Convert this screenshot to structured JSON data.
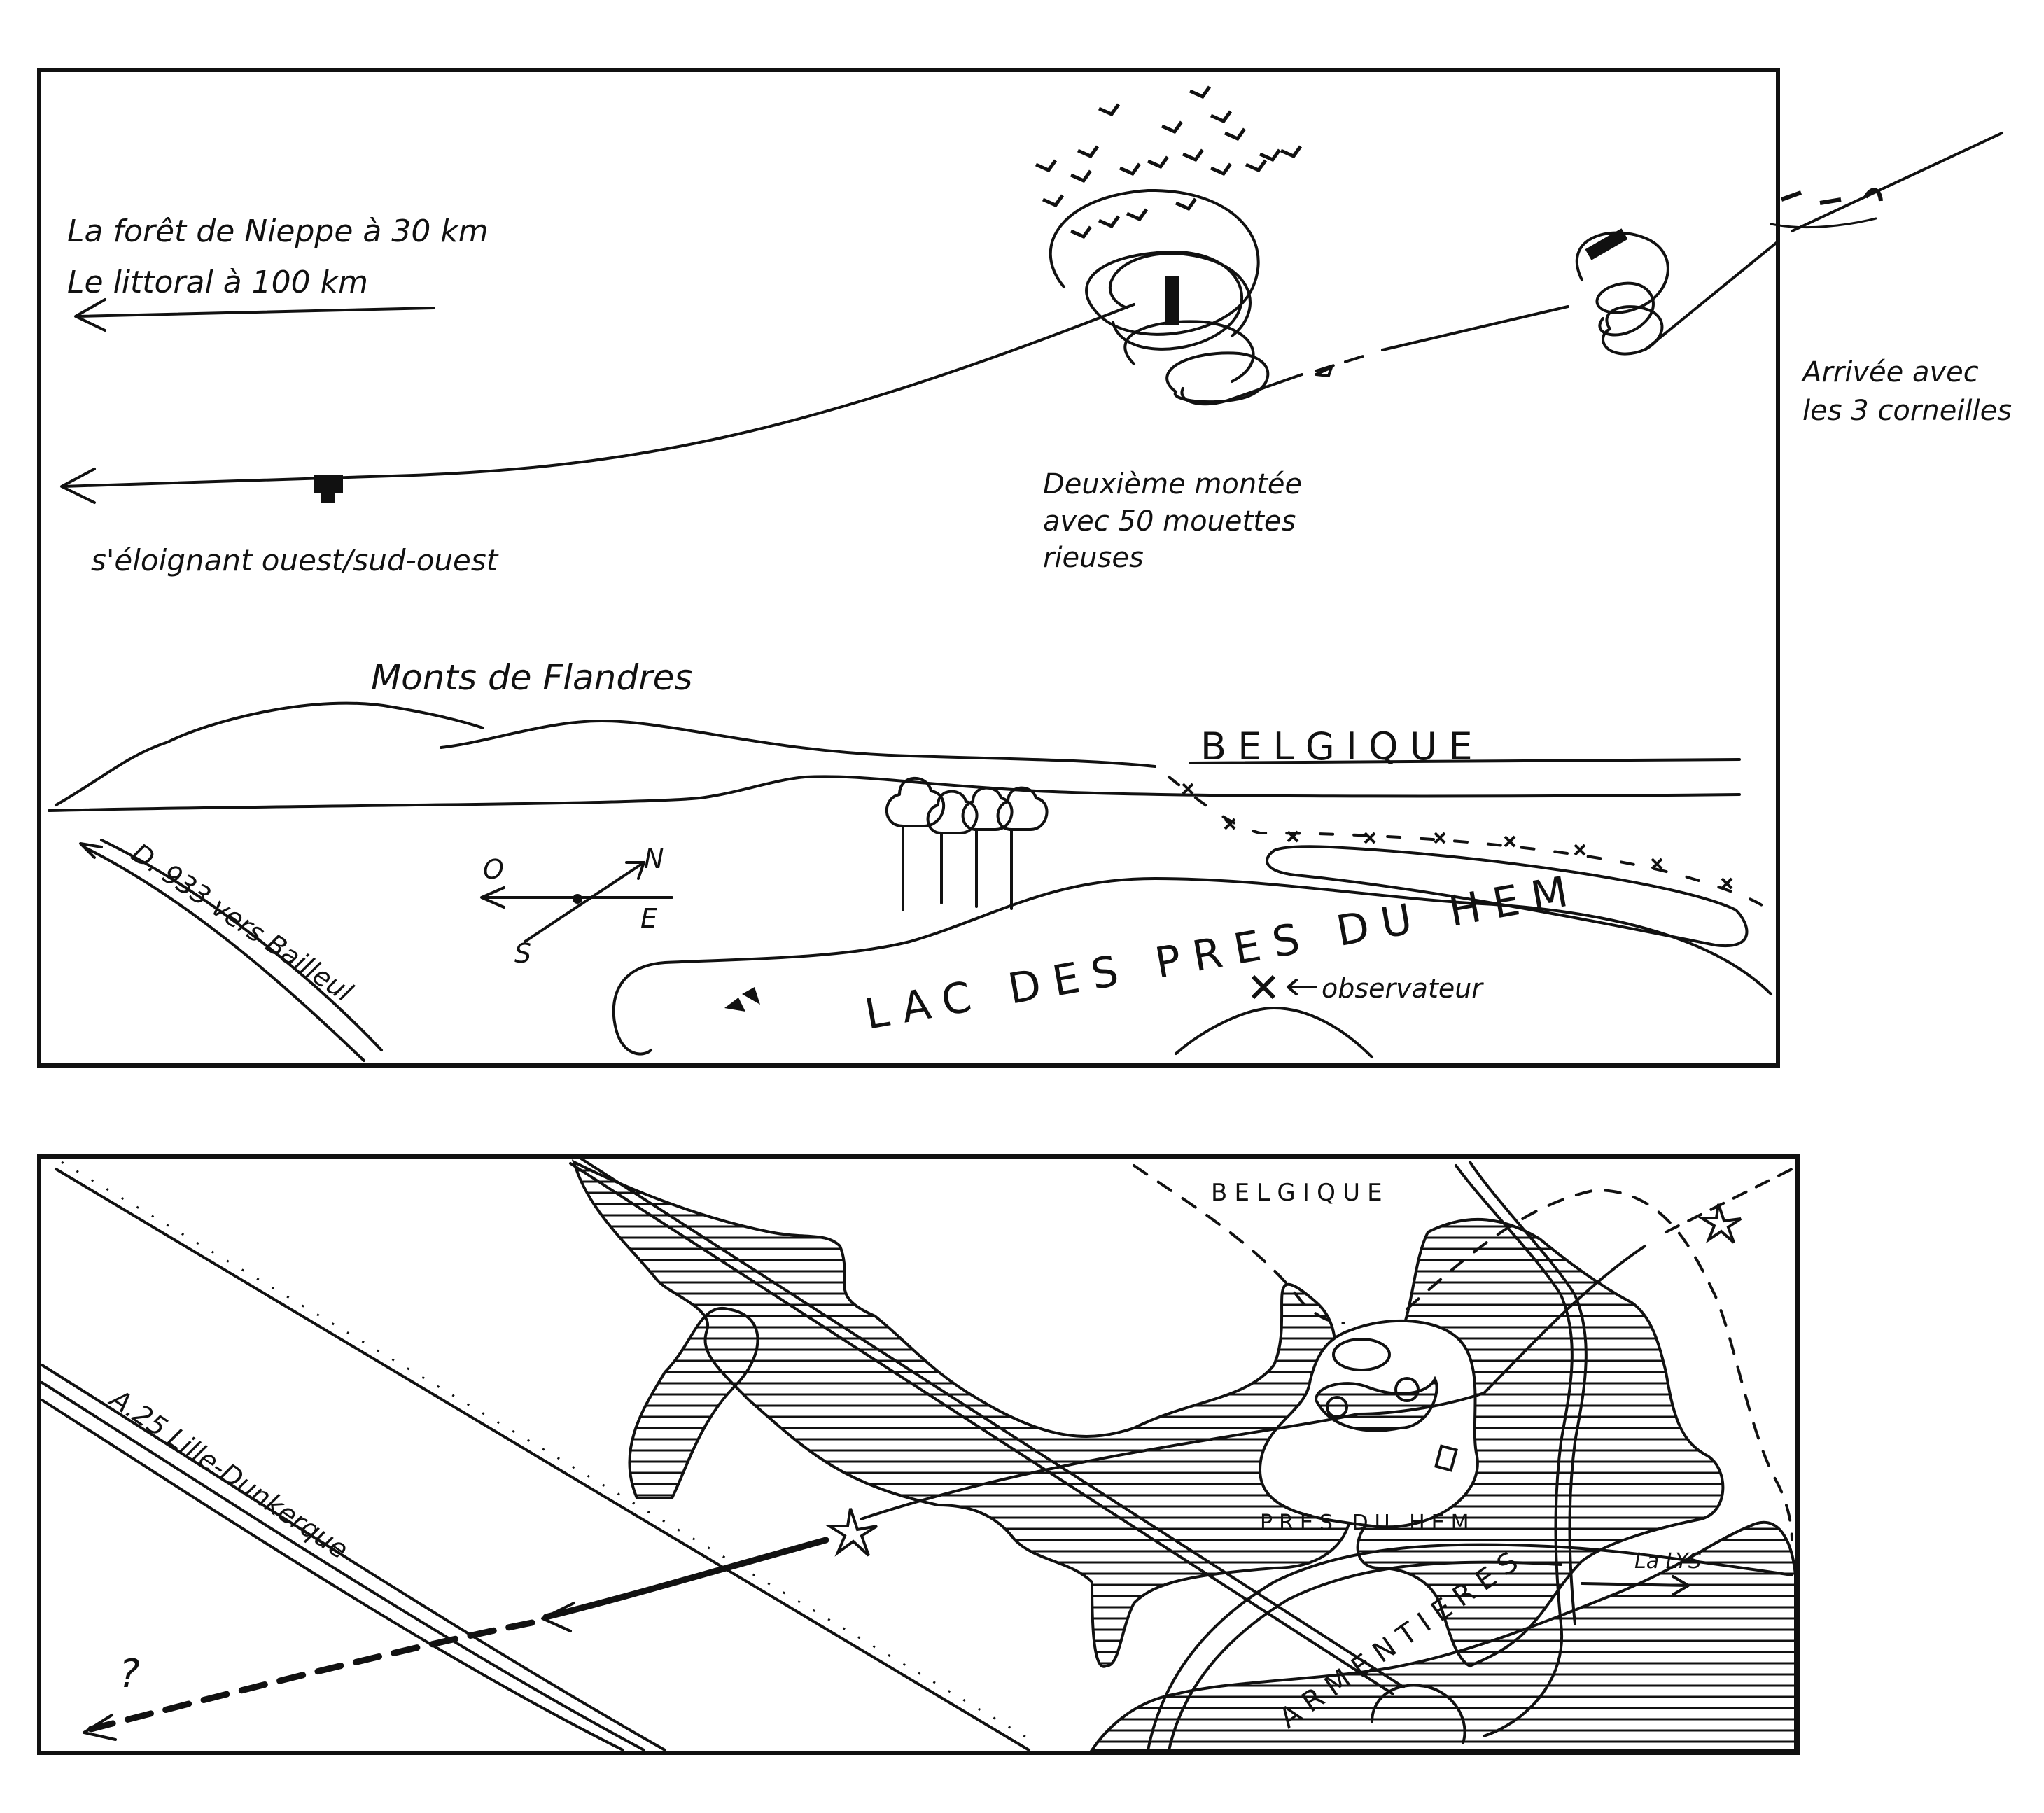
{
  "top_sketch": {
    "foret_line": "La forêt de Nieppe à 30 km",
    "littoral_line": "Le littoral à 100 km",
    "eloignant_label": "s'éloignant ouest/sud-ouest",
    "deuxieme_label": [
      "Deuxième montée",
      "avec 50 mouettes",
      "rieuses"
    ],
    "arrivee_label": [
      "Arrivée avec",
      "les 3 corneilles"
    ],
    "monts_label": "Monts de Flandres",
    "belgique_label": "BELGIQUE",
    "road_label": "D. 933 vers Bailleul",
    "lake_label": "LAC DES PRES DU HEM",
    "observer_label": "observateur",
    "compass": {
      "west": "O",
      "north": "N",
      "south": "S",
      "east": "E"
    }
  },
  "bottom_map": {
    "belgique_label": "BELGIQUE",
    "highway_label": "A.25 Lille-Dunkerque",
    "pres_label": "PRES DU HEM",
    "lys_label": "La LYS",
    "town_label": "ARMENTIERES",
    "unknown_marker": "?"
  }
}
